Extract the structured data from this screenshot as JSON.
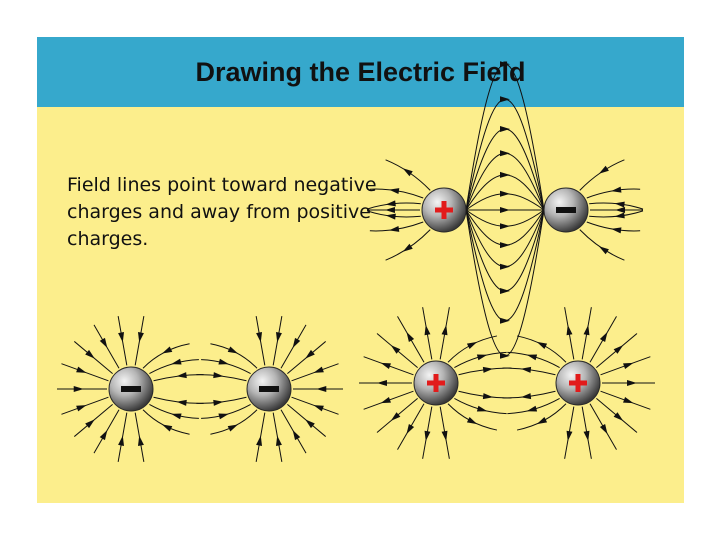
{
  "slide": {
    "title": "Drawing the Electric Field",
    "caption": "Field lines point toward negative charges and away from positive charges."
  },
  "diagrams": [
    {
      "kind": "opposite-charges",
      "charges": [
        {
          "label": "positive charge",
          "sign": "+"
        },
        {
          "label": "negative charge",
          "sign": "–"
        }
      ]
    },
    {
      "kind": "two-negative-charges",
      "charges": [
        {
          "label": "negative charge",
          "sign": "–"
        },
        {
          "label": "negative charge",
          "sign": "–"
        }
      ]
    },
    {
      "kind": "two-positive-charges",
      "charges": [
        {
          "label": "positive charge",
          "sign": "+"
        },
        {
          "label": "positive charge",
          "sign": "+"
        }
      ]
    }
  ],
  "colors": {
    "slide_background": "#fcee8c",
    "title_bar": "#36a8cc",
    "field_line": "#111111",
    "plus_sign": "#e21b1b",
    "minus_sign": "#111111",
    "charge_sphere_light": "#f4f4f4",
    "charge_sphere_dark": "#3a3a3a"
  }
}
